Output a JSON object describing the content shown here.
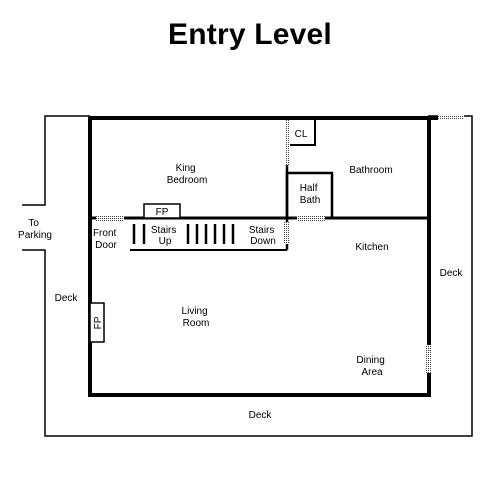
{
  "title": "Entry Level",
  "rooms": {
    "king_bedroom": [
      "King",
      "Bedroom"
    ],
    "bathroom": [
      "Bathroom"
    ],
    "closet": [
      "CL"
    ],
    "half_bath": [
      "Half",
      "Bath"
    ],
    "kitchen": [
      "Kitchen"
    ],
    "living_room": [
      "Living",
      "Room"
    ],
    "dining_area": [
      "Dining",
      "Area"
    ]
  },
  "features": {
    "fp_bedroom": "FP",
    "fp_living": "FP",
    "stairs_up": [
      "Stairs",
      "Up"
    ],
    "stairs_down": [
      "Stairs",
      "Down"
    ],
    "front_door": [
      "Front",
      "Door"
    ]
  },
  "outside": {
    "to_parking": [
      "To",
      "Parking"
    ],
    "deck_left": "Deck",
    "deck_right": "Deck",
    "deck_bottom": "Deck"
  }
}
